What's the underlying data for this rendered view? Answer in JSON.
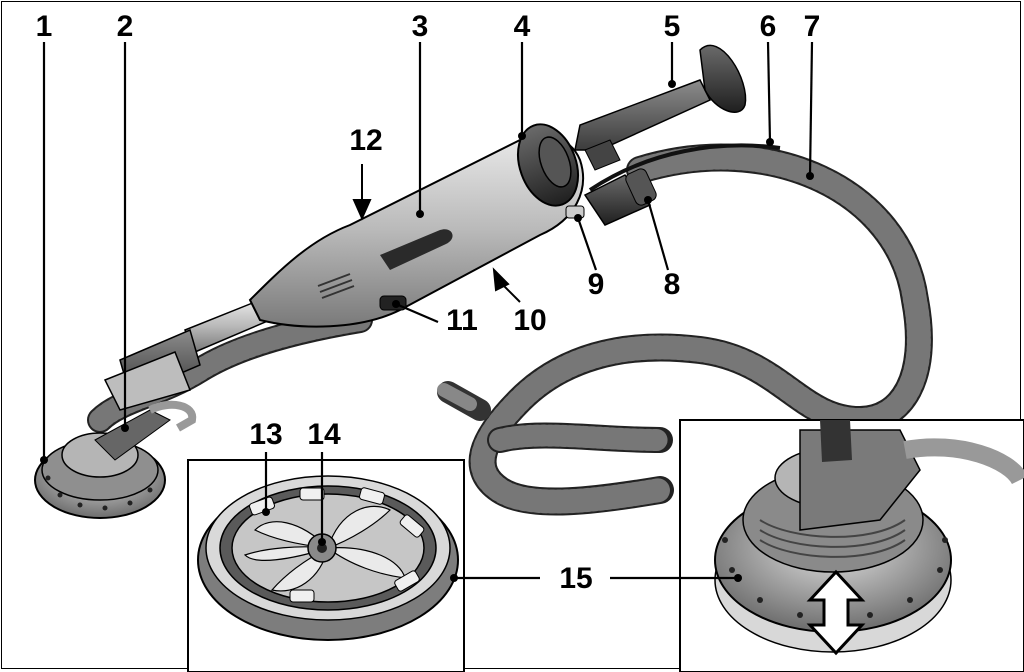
{
  "diagram": {
    "callouts": [
      {
        "id": "1",
        "label": "1"
      },
      {
        "id": "2",
        "label": "2"
      },
      {
        "id": "3",
        "label": "3"
      },
      {
        "id": "4",
        "label": "4"
      },
      {
        "id": "5",
        "label": "5"
      },
      {
        "id": "6",
        "label": "6"
      },
      {
        "id": "7",
        "label": "7"
      },
      {
        "id": "8",
        "label": "8"
      },
      {
        "id": "9",
        "label": "9"
      },
      {
        "id": "10",
        "label": "10"
      },
      {
        "id": "11",
        "label": "11"
      },
      {
        "id": "12",
        "label": "12"
      },
      {
        "id": "13",
        "label": "13"
      },
      {
        "id": "14",
        "label": "14"
      },
      {
        "id": "15",
        "label": "15"
      }
    ],
    "insets": [
      {
        "name": "sanding-plate-detail"
      },
      {
        "name": "sanding-head-height-adjustment-detail"
      }
    ]
  },
  "colors": {
    "line": "#000000",
    "tool_gray": "#9a9a9a",
    "tool_dark": "#3a3a3a",
    "tool_light": "#d6d6d6",
    "hose": "#2b2b2b"
  }
}
